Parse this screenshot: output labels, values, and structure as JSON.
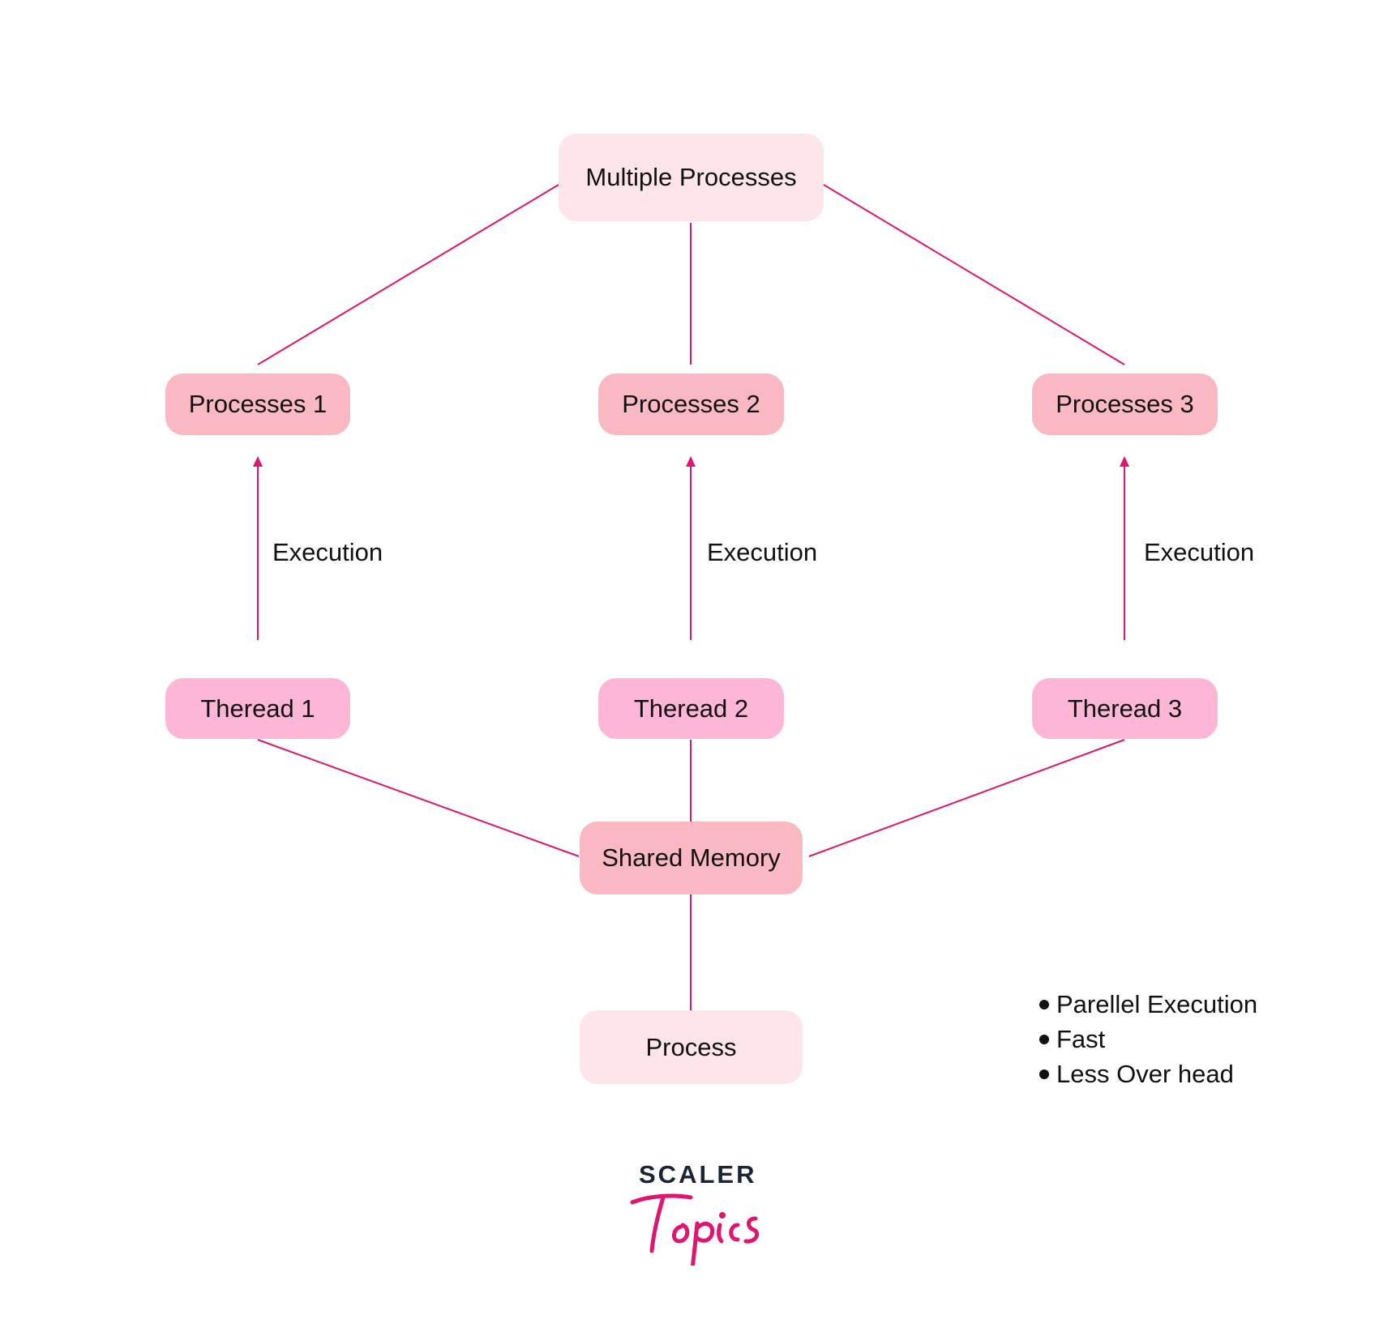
{
  "diagram": {
    "root": {
      "label": "Multiple Processes"
    },
    "processes": [
      {
        "label": "Processes 1"
      },
      {
        "label": "Processes 2"
      },
      {
        "label": "Processes 3"
      }
    ],
    "edge_label": "Execution",
    "threads": [
      {
        "label": "Theread 1"
      },
      {
        "label": "Theread 2"
      },
      {
        "label": "Theread 3"
      }
    ],
    "shared_memory": {
      "label": "Shared Memory"
    },
    "process": {
      "label": "Process"
    },
    "features": [
      "Parellel Execution",
      "Fast",
      "Less Over head"
    ]
  },
  "logo": {
    "line1": "SCALER",
    "line2": "Topics"
  },
  "colors": {
    "line": "#e0156f",
    "box_light": "#fde5e9",
    "box_mid": "#f9b8c2",
    "box_thread": "#fdb6d6",
    "logo_dark": "#1b2437",
    "logo_pink": "#e0156f"
  }
}
